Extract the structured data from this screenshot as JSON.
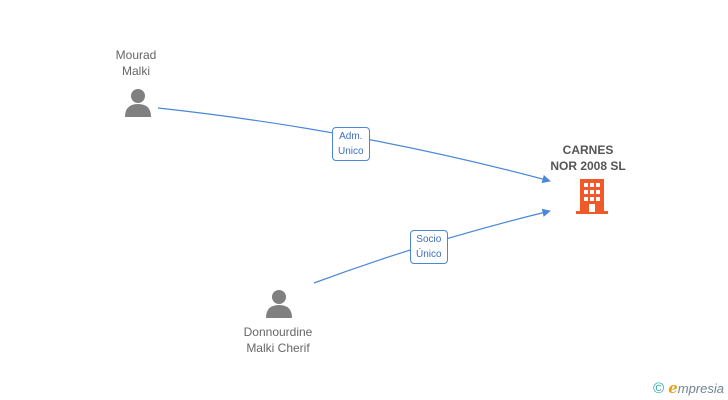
{
  "nodes": {
    "person1": {
      "name_line1": "Mourad",
      "name_line2": "Malki",
      "icon": "person-icon"
    },
    "person2": {
      "name_line1": "Donnourdine",
      "name_line2": "Malki Cherif",
      "icon": "person-icon"
    },
    "company": {
      "name_line1": "CARNES",
      "name_line2": "NOR 2008 SL",
      "icon": "building-icon"
    }
  },
  "edges": {
    "edge1": {
      "label_line1": "Adm.",
      "label_line2": "Unico"
    },
    "edge2": {
      "label_line1": "Socio",
      "label_line2": "Único"
    }
  },
  "colors": {
    "edge": "#4a86d9",
    "person": "#808080",
    "company": "#f05a28"
  },
  "footer": {
    "copyright": "©",
    "brand_initial": "e",
    "brand_rest": "mpresia"
  }
}
